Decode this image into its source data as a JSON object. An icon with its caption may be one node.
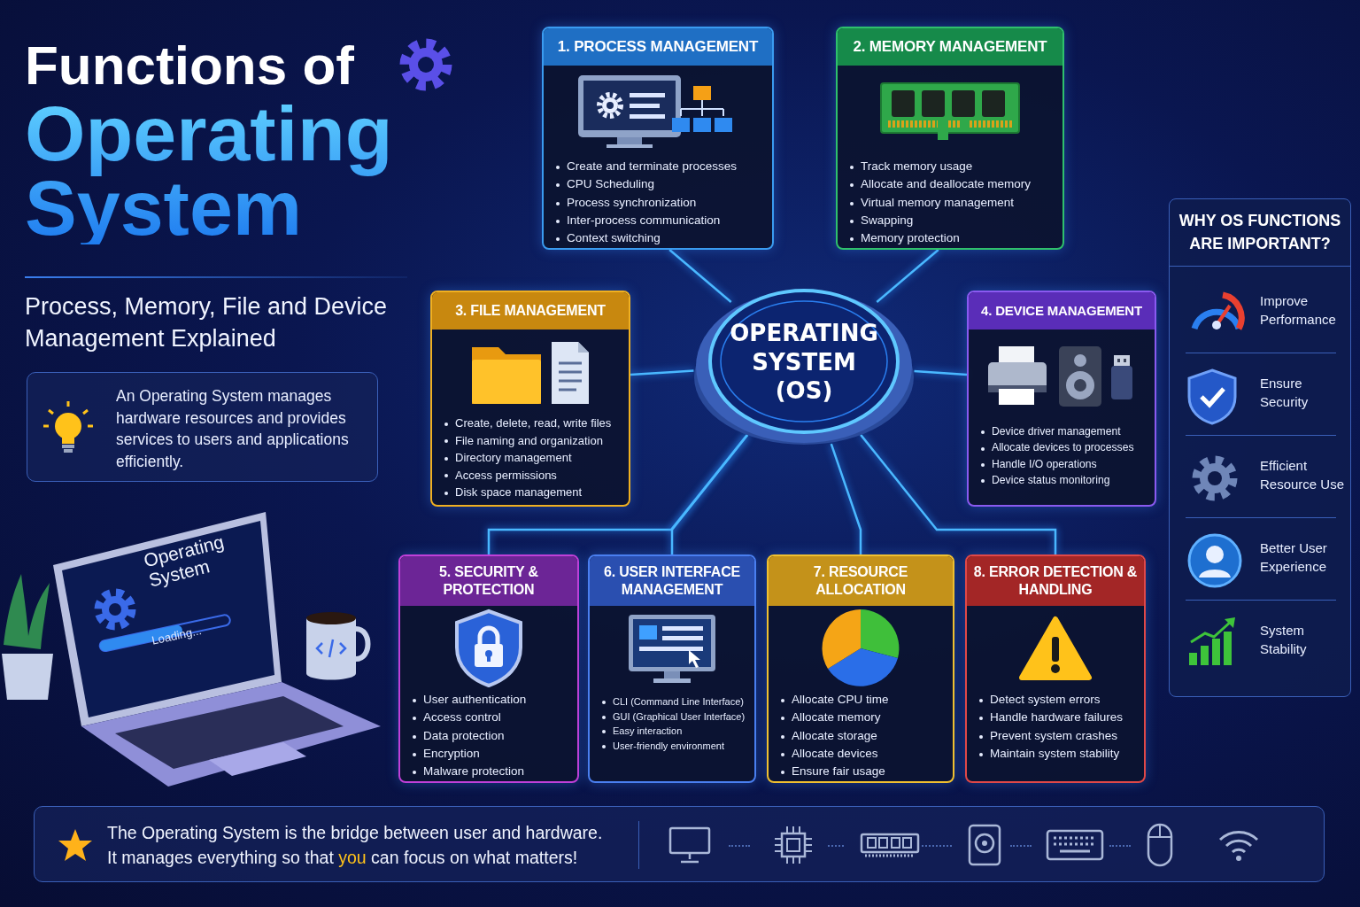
{
  "diagram": {
    "title": "Functions of **Operating System**",
    "nodes": [
      {
        "text": [
          "OPERATING SYSTEM (OS)"
        ]
      },
      {
        "text": [
          "1. PROCESS MANAGEMENT",
          "Create and terminate processes",
          "CPU Scheduling",
          "Process synchronization",
          "Inter-process communication",
          "Context switching"
        ]
      },
      {
        "text": [
          "2. MEMORY MANAGEMENT",
          "Track memory usage",
          "Allocate and deallocate memory",
          "Virtual memory management",
          "Swapping",
          "Memory protection"
        ]
      },
      {
        "text": [
          "3. FILE MANAGEMENT",
          "Create, delete, read, write files",
          "File naming and organization",
          "Directory management",
          "Access permissions",
          "Disk space management"
        ]
      },
      {
        "text": [
          "4. DEVICE MANAGEMENT",
          "Device driver management",
          "Allocate devices to processes",
          "Handle I/O operations",
          "Device status monitoring"
        ]
      },
      {
        "text": [
          "5. SECURITY & PROTECTION",
          "User authentication",
          "Access control",
          "Data protection",
          "Encryption",
          "Malware protection"
        ]
      },
      {
        "text": [
          "6. USER INTERFACE MANAGEMENT",
          "CLI (Command Line Interface)",
          "GUI (Graphical User Interface)",
          "Easy interaction",
          "User-friendly environment"
        ]
      },
      {
        "text": [
          "7. RESOURCE ALLOCATION",
          "Allocate CPU time",
          "Allocate memory",
          "Allocate storage",
          "Allocate devices",
          "Ensure fair usage"
        ]
      },
      {
        "text": [
          "8. ERROR DETECTION & HANDLING",
          "Detect system errors",
          "Handle hardware failures",
          "Prevent system crashes",
          "Maintain system stability"
        ]
      },
      {
        "text": [
          "WHY OS FUNCTIONS ARE IMPORTANT?",
          "Improve Performance",
          "Ensure Security",
          "Efficient Resource Use",
          "Better User Experience",
          "System Stability"
        ]
      },
      {
        "text": [
          "An Operating System manages hardware resources and provides services to users and applications efficiently."
        ]
      },
      {
        "text": [
          "The Operating System is the bridge between user and hardware.",
          "It manages everything so that **you** can focus on what matters!"
        ]
      }
    ],
    "edges": [
      {
        "from": 0,
        "to": 1,
        "arrow": "none"
      },
      {
        "from": 0,
        "to": 2,
        "arrow": "none"
      },
      {
        "from": 0,
        "to": 3,
        "arrow": "none"
      },
      {
        "from": 0,
        "to": 4,
        "arrow": "none"
      },
      {
        "from": 0,
        "to": 5,
        "arrow": "none"
      },
      {
        "from": 0,
        "to": 6,
        "arrow": "none"
      },
      {
        "from": 0,
        "to": 7,
        "arrow": "none"
      },
      {
        "from": 0,
        "to": 8,
        "arrow": "none"
      }
    ],
    "labels": [
      "Process, Memory, File and Device Management Explained",
      "Operating System",
      "Loading..."
    ]
  }
}
